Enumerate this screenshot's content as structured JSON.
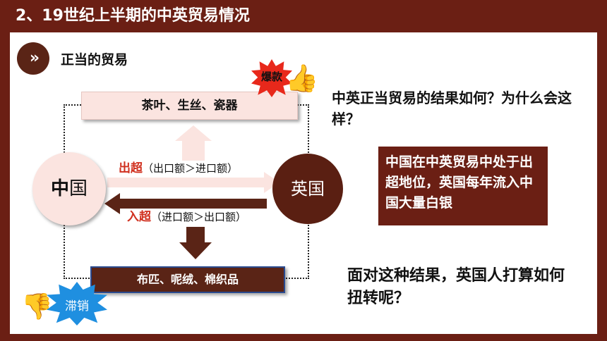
{
  "title": "2、19世纪上半期的中英贸易情况",
  "section": {
    "icon": "double-chevron-right-icon",
    "label": "正当的贸易"
  },
  "diagram": {
    "top_goods": "茶叶、生丝、瓷器",
    "bottom_goods": "布匹、呢绒、棉织品",
    "china_prefix": "中",
    "china_suffix": "国",
    "uk": "英国",
    "excess_key": "出超",
    "excess_note": "（出口额＞进口额）",
    "import_key": "入超",
    "import_note": "（进口额＞出口额）",
    "hot_badge": "爆款",
    "slow_badge": "滞销"
  },
  "question1": "中英正当贸易的结果如何？为什么会这样？",
  "answer": "中国在中英贸易中处于出超地位，英国每年流入中国大量白银",
  "question2": "面对这种结果，英国人打算如何扭转呢？",
  "colors": {
    "brand": "#6b1f14",
    "pink": "#fbe4e0",
    "red": "#d0301f",
    "hot": "#e8281b",
    "cold": "#1f8fe0"
  }
}
